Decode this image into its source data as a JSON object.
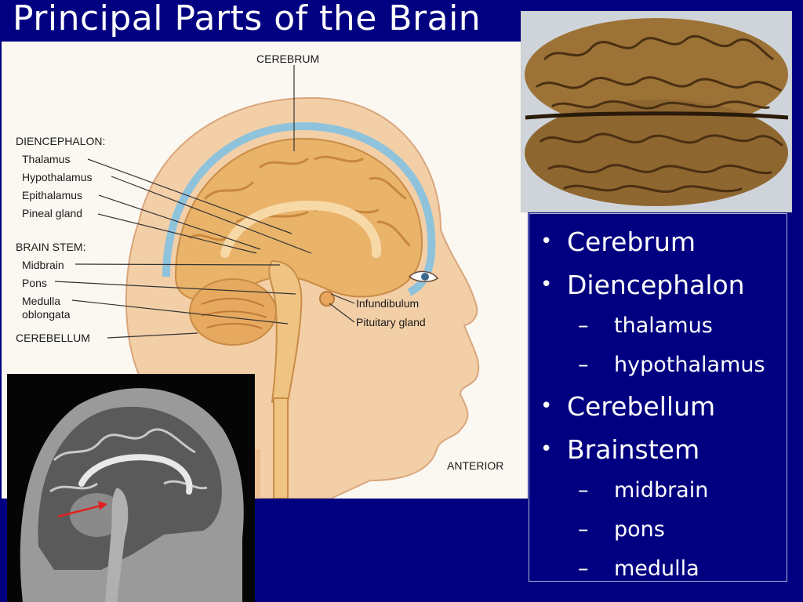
{
  "title": "Principal Parts of the Brain",
  "diagram": {
    "labels": {
      "cerebrum": "CEREBRUM",
      "diencephalon": "DIENCEPHALON:",
      "thalamus": "Thalamus",
      "hypothalamus": "Hypothalamus",
      "epithalamus": "Epithalamus",
      "pineal": "Pineal gland",
      "brainstem": "BRAIN STEM:",
      "midbrain": "Midbrain",
      "pons": "Pons",
      "medulla_1": "Medulla",
      "medulla_2": "oblongata",
      "cerebellum": "CEREBELLUM",
      "infundibulum": "Infundibulum",
      "pituitary": "Pituitary gland",
      "anterior": "ANTERIOR"
    }
  },
  "bullets": [
    {
      "text": "Cerebrum",
      "level": 1
    },
    {
      "text": "Diencephalon",
      "level": 1
    },
    {
      "text": "thalamus",
      "level": 2
    },
    {
      "text": "hypothalamus",
      "level": 2
    },
    {
      "text": "Cerebellum",
      "level": 1
    },
    {
      "text": "Brainstem",
      "level": 1
    },
    {
      "text": "midbrain",
      "level": 2
    },
    {
      "text": "pons",
      "level": 2
    },
    {
      "text": "medulla",
      "level": 2
    }
  ],
  "colors": {
    "background": "#000080",
    "brain": "#e9b36a",
    "skin": "#f3cfa7",
    "membrane": "#8fc3dc"
  }
}
